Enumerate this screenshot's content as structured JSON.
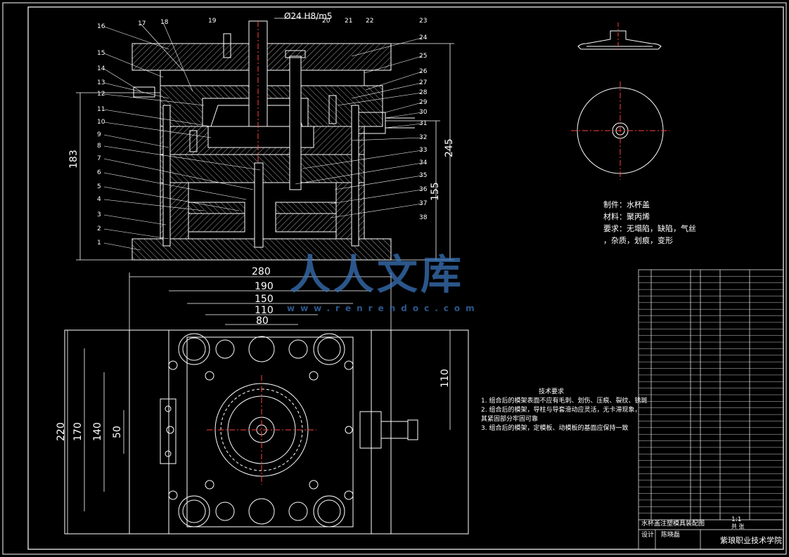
{
  "colors": {
    "background": "#000000",
    "line": "#ffffff",
    "hatch": "#d9d9d9",
    "center": "#ff4040",
    "dimension": "#ffffff",
    "watermark": "#3a73b8"
  },
  "top_view": {
    "dim_top": "Ø24 H8/m5",
    "dim_left": "183",
    "dim_right_outer": "245",
    "dim_right_inner": "155",
    "callouts_left": [
      "16",
      "17",
      "18",
      "19",
      "15",
      "14",
      "13",
      "12",
      "11",
      "10",
      "9",
      "8",
      "7",
      "6",
      "5",
      "4",
      "3",
      "2",
      "1"
    ],
    "callouts_top": [
      "19",
      "20",
      "21",
      "22",
      "23"
    ],
    "callouts_right": [
      "24",
      "25",
      "26",
      "27",
      "28",
      "29",
      "30",
      "31",
      "32",
      "33",
      "34",
      "35",
      "36",
      "37",
      "38"
    ]
  },
  "plan_view": {
    "dim_280": "280",
    "dim_190": "190",
    "dim_150": "150",
    "dim_110": "110",
    "dim_80": "80",
    "dim_220": "220",
    "dim_170": "170",
    "dim_140": "140",
    "dim_50": "50",
    "dim_110_right": "110"
  },
  "product_note": {
    "name": "制件：水杯盖",
    "material": "材料：聚丙烯",
    "req1": "要求：无塌陷，缺陷，气丝",
    "req2": "，杂质，划痕，变形"
  },
  "tech_requirements": {
    "title": "技术要求",
    "items": [
      "1. 组合后的模架表面不应有毛刺、划伤、压痕、裂纹、锈斑",
      "2. 组合后的模架，导柱与导套滑动应灵活，无卡滞现象，",
      "   其紧固部分牢固可靠",
      "3. 组合后的模架，定模板、动模板的基面应保持一致"
    ]
  },
  "title_block": {
    "drawing_title": "水杯盖注塑模具装配图",
    "school": "紫琅职业技术学院",
    "scale": "1:1",
    "designer_label": "设计",
    "designer": "陈晓磊",
    "sheet": "共 张"
  },
  "watermark": {
    "brand": "人人文库",
    "url": "www.renrendoc.com"
  }
}
